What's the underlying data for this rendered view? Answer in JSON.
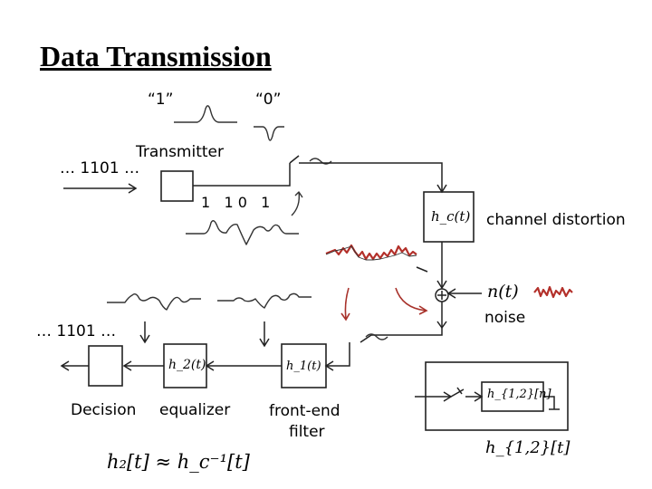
{
  "title": "Data Transmission",
  "symbols": {
    "one": "“1”",
    "zero": "“0”"
  },
  "transmitter": {
    "label": "Transmitter",
    "input_bits": "… 1101 …",
    "output_bits": "1   1 0   1"
  },
  "channel": {
    "block": "h_c(t)",
    "label": "channel distortion"
  },
  "noise": {
    "symbol": "n(t)",
    "label": "noise"
  },
  "receiver": {
    "output_bits": "… 1101 …",
    "decision_label": "Decision",
    "equalizer_block": "h_2(t)",
    "equalizer_label": "equalizer",
    "frontend_block": "h_1(t)",
    "frontend_label_line1": "front-end",
    "frontend_label_line2": "filter"
  },
  "inset": {
    "inner_block": "h_{1,2}[n]",
    "caption": "h_{1,2}[t]"
  },
  "equation": "h₂[t] ≈ h_c⁻¹[t]"
}
